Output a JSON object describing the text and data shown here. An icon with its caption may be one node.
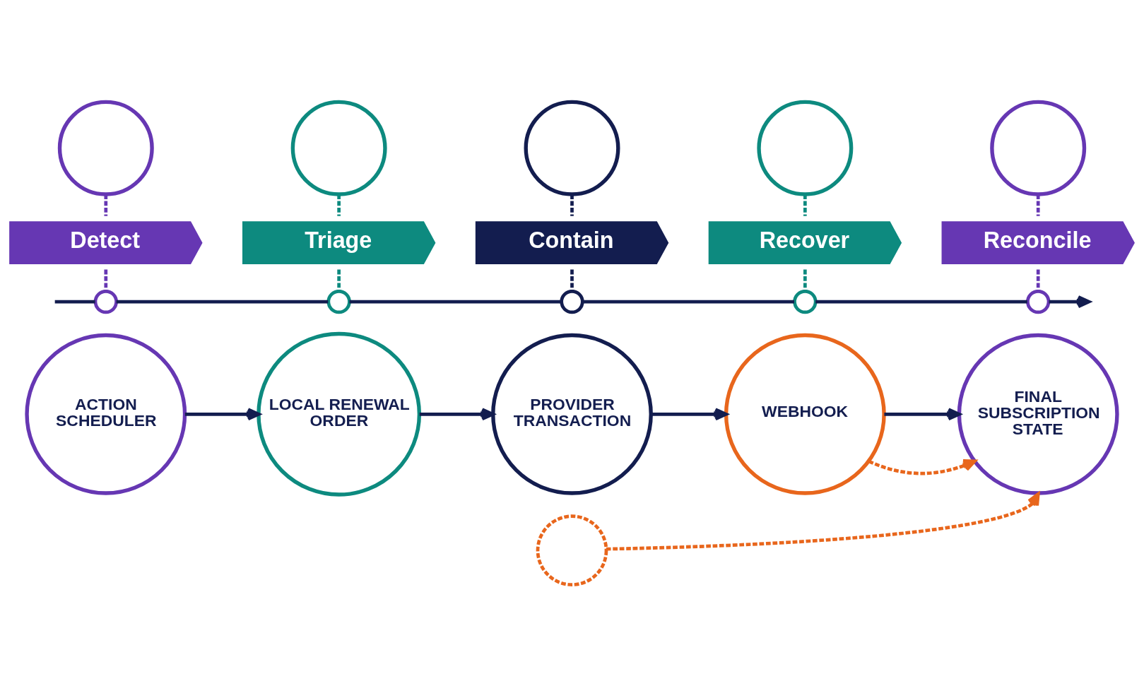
{
  "diagram": {
    "nodes": [
      {
        "text": [],
        "shape": "circle"
      },
      {
        "text": [],
        "shape": "circle"
      },
      {
        "text": [],
        "shape": "circle"
      },
      {
        "text": [],
        "shape": "circle"
      },
      {
        "text": [],
        "shape": "circle"
      },
      {
        "text": [
          "Detect"
        ]
      },
      {
        "text": [
          "Triage"
        ]
      },
      {
        "text": [
          "Contain"
        ]
      },
      {
        "text": [
          "Recover"
        ]
      },
      {
        "text": [
          "Reconcile"
        ]
      },
      {
        "text": [],
        "shape": "circle"
      },
      {
        "text": [],
        "shape": "circle"
      },
      {
        "text": [],
        "shape": "circle"
      },
      {
        "text": [],
        "shape": "circle"
      },
      {
        "text": [],
        "shape": "circle"
      },
      {
        "text": [
          "ACTION SCHEDULER"
        ]
      },
      {
        "text": [
          "LOCAL RENEWAL ORDER"
        ]
      },
      {
        "text": [
          "PROVIDER TRANSACTION"
        ]
      },
      {
        "text": [
          "WEBHOOK"
        ]
      },
      {
        "text": [
          "FINAL SUBSCRIPTION STATE"
        ]
      },
      {
        "text": [],
        "shape": "circle"
      }
    ],
    "edges": [
      {
        "from": 0,
        "to": 5,
        "arrow": "none",
        "style": "dashed",
        "color": "#6637b3"
      },
      {
        "from": 1,
        "to": 6,
        "arrow": "none",
        "style": "dashed",
        "color": "#0d8a7f"
      },
      {
        "from": 2,
        "to": 7,
        "arrow": "none",
        "style": "dashed"
      },
      {
        "from": 3,
        "to": 8,
        "arrow": "none",
        "style": "dashed",
        "color": "#0d8a7f"
      },
      {
        "from": 4,
        "to": 9,
        "arrow": "none",
        "style": "dashed",
        "color": "#6637b3"
      },
      {
        "from": 5,
        "to": 10,
        "arrow": "none",
        "style": "dashed",
        "color": "#6637b3"
      },
      {
        "from": 6,
        "to": 11,
        "arrow": "none",
        "style": "dashed",
        "color": "#0d8a7f"
      },
      {
        "from": 7,
        "to": 12,
        "arrow": "none",
        "style": "dashed"
      },
      {
        "from": 8,
        "to": 13,
        "arrow": "none",
        "style": "dashed",
        "color": "#0d8a7f"
      },
      {
        "from": 9,
        "to": 14,
        "arrow": "none",
        "style": "dashed",
        "color": "#6637b3"
      },
      {
        "from": null,
        "to": 10,
        "arrow": "none"
      },
      {
        "from": 10,
        "to": 11,
        "arrow": "none"
      },
      {
        "from": 11,
        "to": 12,
        "arrow": "none"
      },
      {
        "from": 12,
        "to": 13,
        "arrow": "none"
      },
      {
        "from": 13,
        "to": 14,
        "arrow": "none"
      },
      {
        "from": 14,
        "to": null,
        "arrow": "to"
      },
      {
        "from": 15,
        "to": 16,
        "arrow": "to"
      },
      {
        "from": 16,
        "to": 17,
        "arrow": "to"
      },
      {
        "from": 17,
        "to": 18,
        "arrow": "to"
      },
      {
        "from": 18,
        "to": 19,
        "arrow": "to",
        "style": "dashed",
        "color": "#e8661c"
      },
      {
        "from": 18,
        "to": 19,
        "arrow": "to"
      },
      {
        "from": 20,
        "to": 19,
        "arrow": "to",
        "style": "dashed",
        "color": "#e8661c"
      }
    ]
  }
}
